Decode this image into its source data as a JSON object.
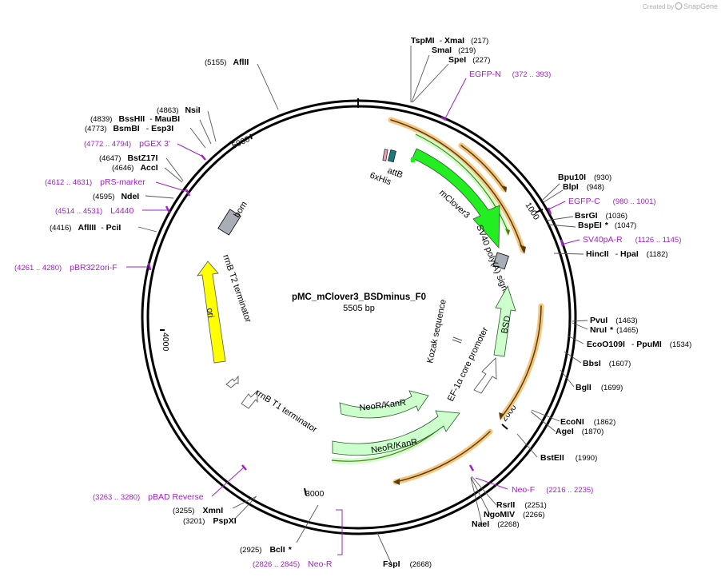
{
  "credit": {
    "prefix": "Created by",
    "brand": "SnapGene"
  },
  "plasmid": {
    "name": "pMC_mClover3_BSDminus_F0",
    "length": "5505 bp"
  },
  "ticks": [
    "1000",
    "2000",
    "3000",
    "4000",
    "5000"
  ],
  "features": {
    "attB": "attB",
    "his": "6xHis",
    "mclover": "mClover3",
    "sv40": "SV40 poly(A) signal",
    "bsd": "BSD",
    "ef1a": "EF-1α core promoter",
    "kozak": "Kozak sequence",
    "neo1": "NeoR/KanR",
    "neo2": "NeoR/KanR",
    "rrnbt1": "rrnB T1 terminator",
    "rrnbt2": "rrnB T2 terminator",
    "ori": "ori",
    "bom": "bom"
  },
  "sites": [
    {
      "name": "TspMI",
      "name2": "XmaI",
      "pos": "(217)"
    },
    {
      "name": "SmaI",
      "pos": "(219)"
    },
    {
      "name": "SpeI",
      "pos": "(227)"
    },
    {
      "name": "EGFP-N",
      "pos": "(372 .. 393)"
    },
    {
      "name": "Bpu10I",
      "pos": "(930)"
    },
    {
      "name": "BlpI",
      "pos": "(948)"
    },
    {
      "name": "EGFP-C",
      "pos": "(980 .. 1001)"
    },
    {
      "name": "BsrGI",
      "pos": "(1036)"
    },
    {
      "name": "BspEI",
      "star": "*",
      "pos": "(1047)"
    },
    {
      "name": "SV40pA-R",
      "pos": "(1126 .. 1145)"
    },
    {
      "name": "HincII",
      "name2": "HpaI",
      "pos": "(1182)"
    },
    {
      "name": "PvuI",
      "pos": "(1463)"
    },
    {
      "name": "NruI",
      "star": "*",
      "pos": "(1465)"
    },
    {
      "name": "EcoO109I",
      "name2": "PpuMI",
      "pos": "(1534)"
    },
    {
      "name": "BbsI",
      "pos": "(1607)"
    },
    {
      "name": "BglI",
      "pos": "(1699)"
    },
    {
      "name": "EcoNI",
      "pos": "(1862)"
    },
    {
      "name": "AgeI",
      "pos": "(1870)"
    },
    {
      "name": "BstEII",
      "pos": "(1990)"
    },
    {
      "name": "Neo-F",
      "pos": "(2216 .. 2235)"
    },
    {
      "name": "RsrII",
      "pos": "(2251)"
    },
    {
      "name": "NgoMIV",
      "pos": "(2266)"
    },
    {
      "name": "NaeI",
      "pos": "(2268)"
    },
    {
      "name": "FspI",
      "pos": "(2668)"
    },
    {
      "name": "BclI",
      "star": "*",
      "pos": "(2925)"
    },
    {
      "name": "Neo-R",
      "pos": "(2826 .. 2845)"
    },
    {
      "name": "XmnI",
      "pos": "(3255)"
    },
    {
      "name": "PspXI",
      "pos": "(3201)"
    },
    {
      "name": "pBAD Reverse",
      "pos": "(3263 .. 3280)"
    },
    {
      "name": "pBR322ori-F",
      "pos": "(4261 .. 4280)"
    },
    {
      "name": "AflIII",
      "name2": "PciI",
      "pos": "(4416)"
    },
    {
      "name": "L4440",
      "pos": "(4514 .. 4531)"
    },
    {
      "name": "NdeI",
      "pos": "(4595)"
    },
    {
      "name": "pRS-marker",
      "pos": "(4612 .. 4631)"
    },
    {
      "name": "AccI",
      "pos": "(4646)"
    },
    {
      "name": "BstZ17I",
      "pos": "(4647)"
    },
    {
      "name": "pGEX 3'",
      "pos": "(4772 .. 4794)"
    },
    {
      "name": "BsmBI",
      "name2": "Esp3I",
      "pos": "(4773)"
    },
    {
      "name": "BssHII",
      "name2": "MauBI",
      "pos": "(4839)"
    },
    {
      "name": "NsiI",
      "pos": "(4863)"
    },
    {
      "name": "AflII",
      "pos": "(5155)"
    }
  ],
  "colors": {
    "backbone": "#000000",
    "primer": "#a020c8",
    "mclover": "#22ee22",
    "light_green": "#ccffcc",
    "ori": "#ffff00",
    "orf_orange": "#f5c77e",
    "grey_feature": "#a9adb5"
  }
}
